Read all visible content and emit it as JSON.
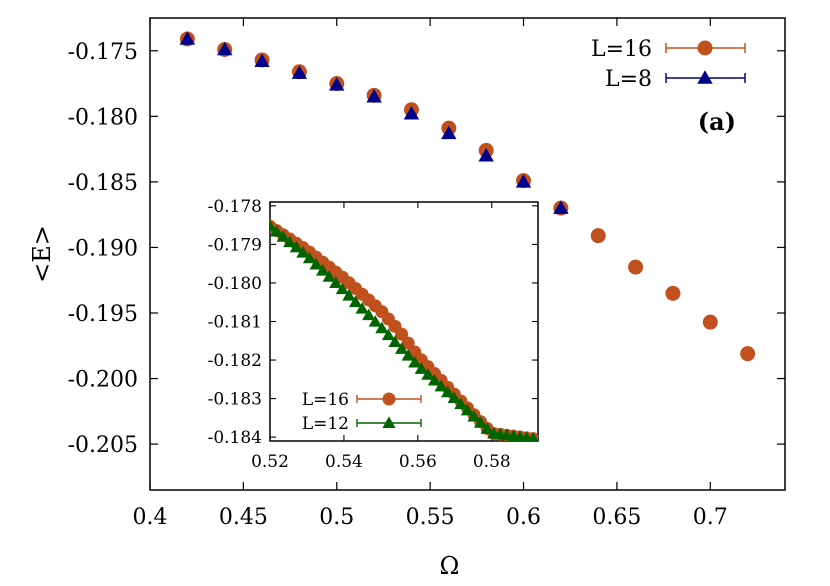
{
  "chart_data": [
    {
      "type": "scatter",
      "panel_label": "(a)",
      "xlabel": "Ω",
      "ylabel": "<E>",
      "xlim": [
        0.4,
        0.74
      ],
      "ylim": [
        -0.2085,
        -0.1725
      ],
      "xticks": [
        0.4,
        0.45,
        0.5,
        0.55,
        0.6,
        0.65,
        0.7
      ],
      "xtick_labels": [
        "0.4",
        "0.45",
        "0.5",
        "0.55",
        "0.6",
        "0.65",
        "0.7"
      ],
      "yticks": [
        -0.175,
        -0.18,
        -0.185,
        -0.19,
        -0.195,
        -0.2,
        -0.205
      ],
      "ytick_labels": [
        "-0.175",
        "-0.180",
        "-0.185",
        "-0.190",
        "-0.195",
        "-0.200",
        "-0.205"
      ],
      "grid": false,
      "legend_position": "top-right",
      "series": [
        {
          "name": "L=16",
          "marker": "circle",
          "color": "#c0501e",
          "x": [
            0.42,
            0.44,
            0.46,
            0.48,
            0.5,
            0.52,
            0.54,
            0.56,
            0.58,
            0.6,
            0.62,
            0.64,
            0.66,
            0.68,
            0.7,
            0.72
          ],
          "y": [
            -0.1741,
            -0.1749,
            -0.1757,
            -0.1766,
            -0.1775,
            -0.1784,
            -0.1795,
            -0.1809,
            -0.1826,
            -0.1849,
            -0.187,
            -0.1891,
            -0.1915,
            -0.1935,
            -0.1957,
            -0.1981
          ]
        },
        {
          "name": "L=8",
          "marker": "triangle",
          "color": "#00008b",
          "x": [
            0.42,
            0.44,
            0.46,
            0.48,
            0.5,
            0.52,
            0.54,
            0.56,
            0.58,
            0.6,
            0.62
          ],
          "y": [
            -0.1741,
            -0.1749,
            -0.1758,
            -0.1767,
            -0.1776,
            -0.1785,
            -0.1798,
            -0.1813,
            -0.183,
            -0.185,
            -0.187
          ]
        }
      ]
    },
    {
      "type": "scatter",
      "inset": true,
      "xlim": [
        0.52,
        0.5925
      ],
      "ylim": [
        -0.1841,
        -0.1779
      ],
      "xticks": [
        0.52,
        0.54,
        0.56,
        0.58
      ],
      "xtick_labels": [
        "0.52",
        "0.54",
        "0.56",
        "0.58"
      ],
      "yticks": [
        -0.178,
        -0.179,
        -0.18,
        -0.181,
        -0.182,
        -0.183,
        -0.184
      ],
      "ytick_labels": [
        "-0.178",
        "-0.179",
        "-0.180",
        "-0.181",
        "-0.182",
        "-0.183",
        "-0.184"
      ],
      "grid": false,
      "legend_position": "bottom-left",
      "curve_x": [
        0.52,
        0.53,
        0.54,
        0.55,
        0.555,
        0.56,
        0.57,
        0.58,
        0.592
      ],
      "series": [
        {
          "name": "L=16",
          "marker": "circle",
          "color": "#c0501e",
          "curve_y": [
            -0.17853,
            -0.17915,
            -0.17988,
            -0.18072,
            -0.18125,
            -0.1819,
            -0.1829,
            -0.1839,
            -0.18405
          ]
        },
        {
          "name": "L=12",
          "marker": "triangle",
          "color": "#006400",
          "curve_y": [
            -0.17853,
            -0.1793,
            -0.1802,
            -0.18115,
            -0.18165,
            -0.18215,
            -0.183,
            -0.1839,
            -0.18405
          ]
        }
      ]
    }
  ]
}
